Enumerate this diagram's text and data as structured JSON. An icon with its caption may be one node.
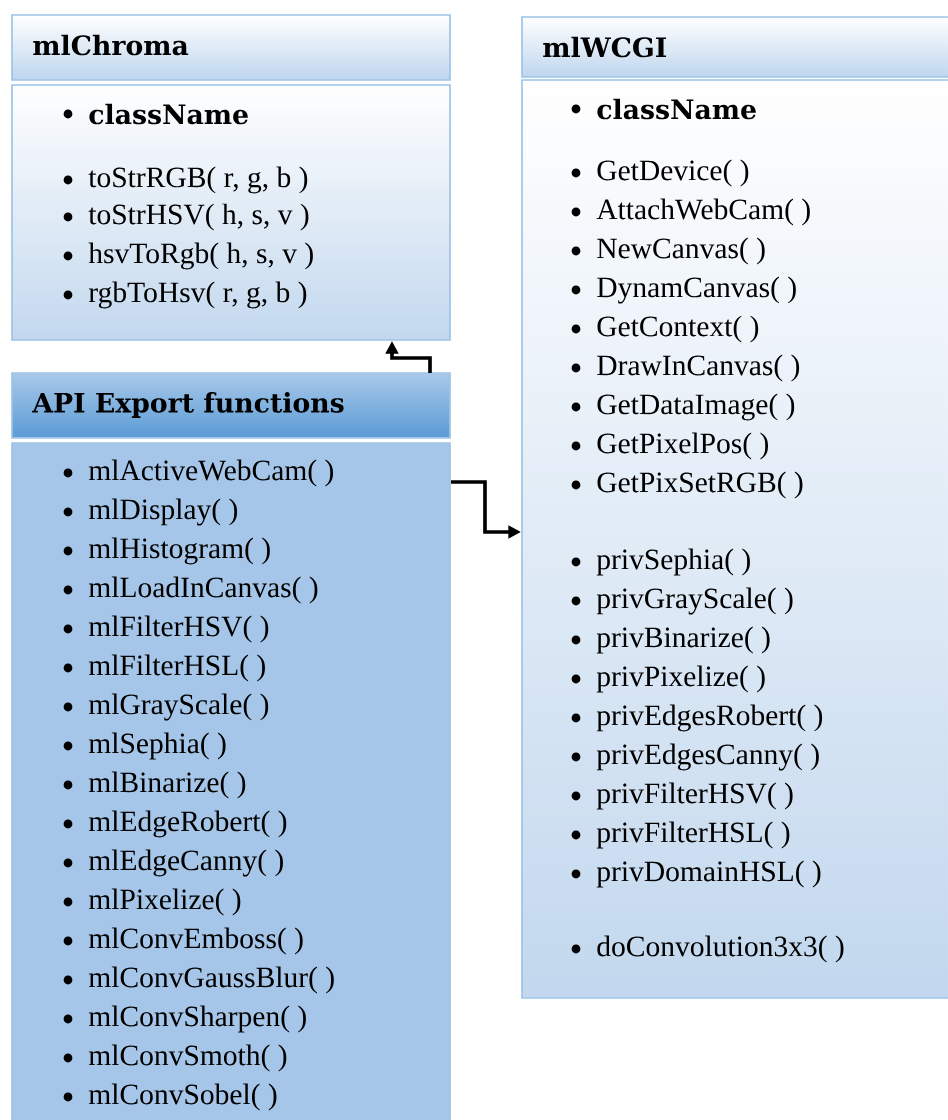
{
  "diagram": {
    "nodes": [
      {
        "text": [
          "mlChroma",
          "className",
          "toStrRGB( r, g, b )",
          "toStrHSV( h, s, v )",
          "hsvToRgb( h, s, v )",
          "rgbToHsv( r, g, b )"
        ]
      },
      {
        "text": [
          "API Export functions",
          "mlActiveWebCam( )",
          "mlDisplay( )",
          "mlHistogram( )",
          "mlLoadInCanvas( )",
          "mlFilterHSV( )",
          "mlFilterHSL( )",
          "mlGrayScale( )",
          "mlSephia( )",
          "mlBinarize( )",
          "mlEdgeRobert( )",
          "mlEdgeCanny( )",
          "mlPixelize( )",
          "mlConvEmboss( )",
          "mlConvGaussBlur( )",
          "mlConvSharpen( )",
          "mlConvSmoth( )",
          "mlConvSobel( )"
        ]
      },
      {
        "text": [
          "mlWCGI",
          "className",
          "GetDevice( )",
          "AttachWebCam( )",
          "NewCanvas( )",
          "DynamCanvas( )",
          "GetContext( )",
          "DrawInCanvas( )",
          "GetDataImage( )",
          "GetPixelPos( )",
          "GetPixSetRGB( )",
          "privSephia( )",
          "privGrayScale( )",
          "privBinarize( )",
          "privPixelize( )",
          "privEdgesRobert( )",
          "privEdgesCanny( )",
          "privFilterHSV( )",
          "privFilterHSL( )",
          "privDomainHSL( )",
          "doConvolution3x3( )"
        ]
      }
    ],
    "edges": [
      {
        "from": 1,
        "to": 0,
        "arrow": "to"
      },
      {
        "from": 1,
        "to": 2,
        "arrow": "to"
      }
    ]
  }
}
